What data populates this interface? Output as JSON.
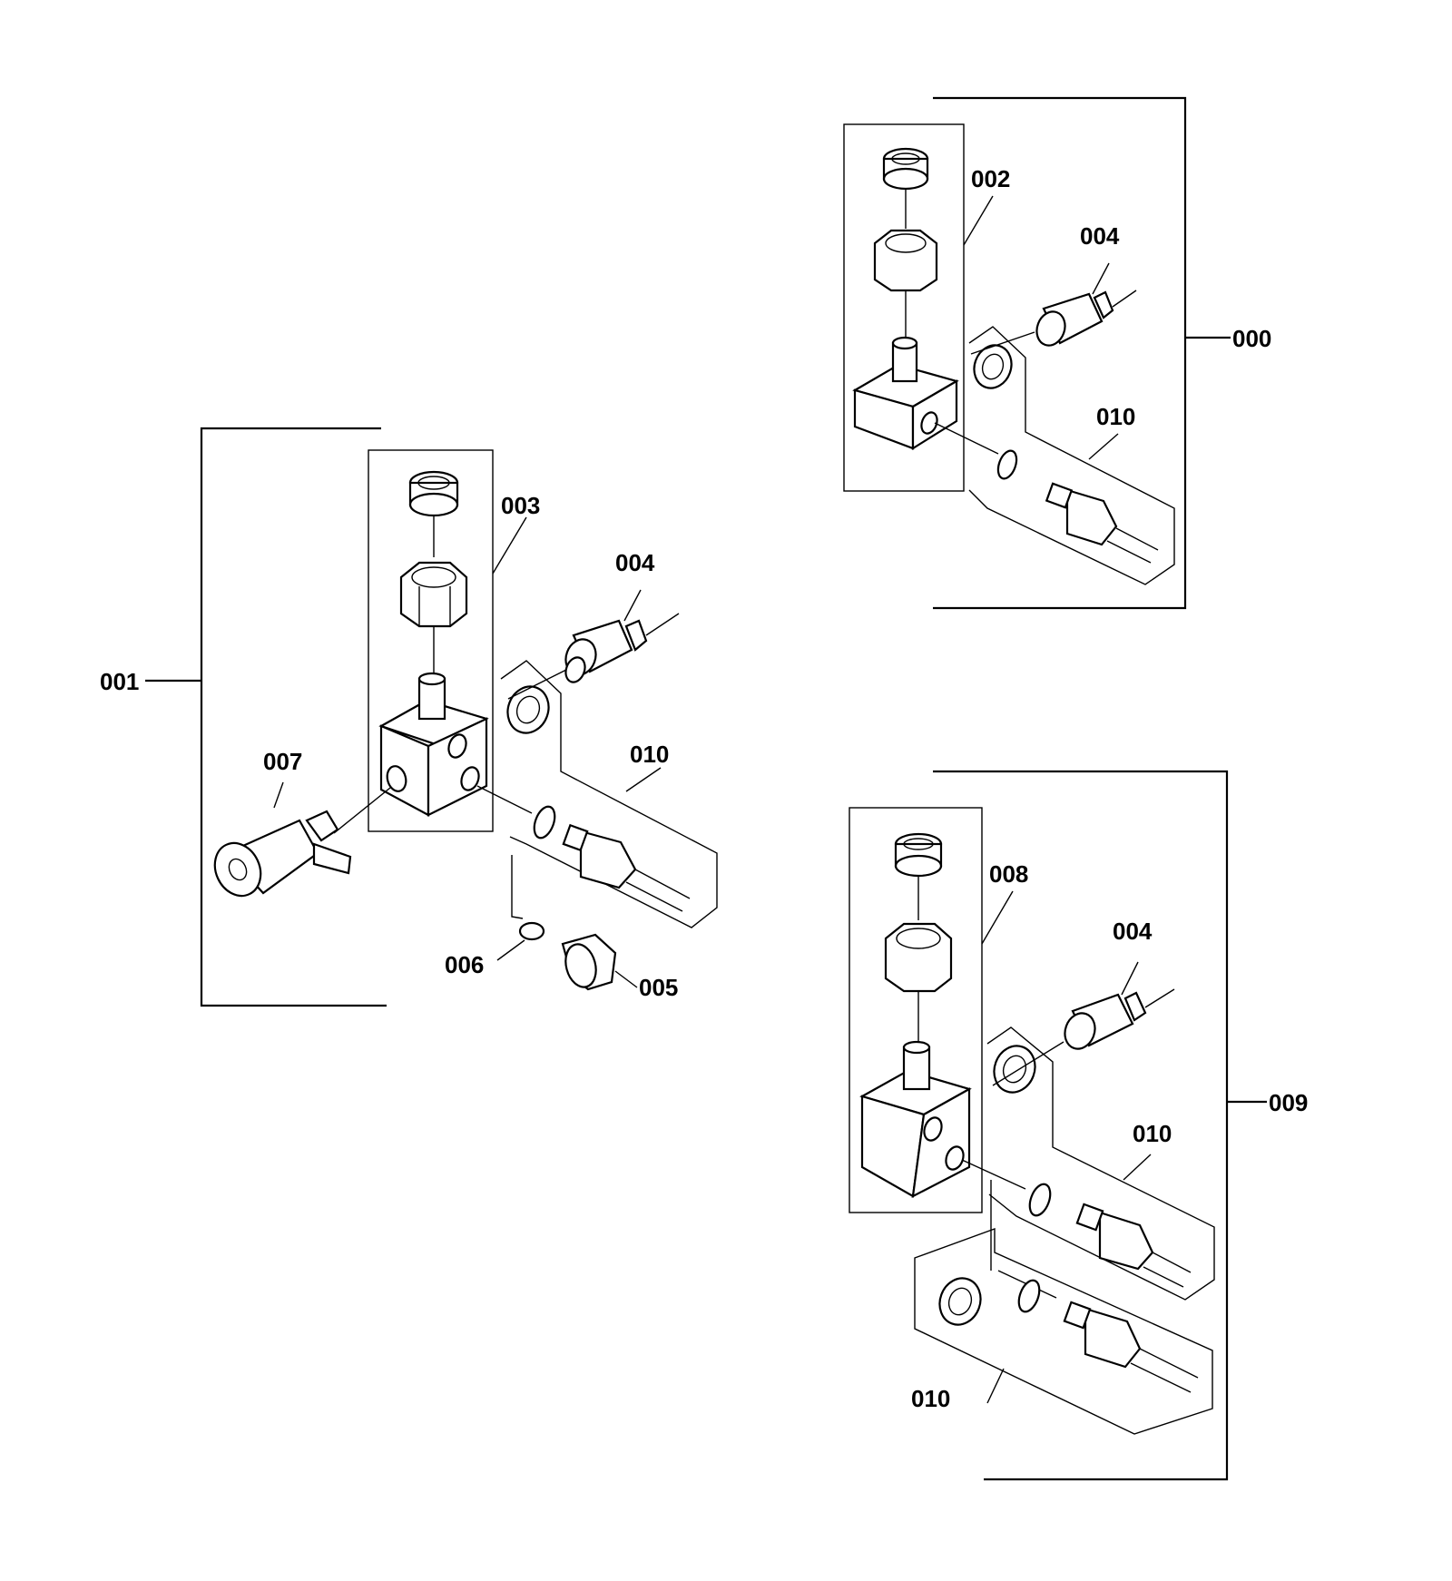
{
  "callouts": [
    {
      "id": "c000",
      "text": "000"
    },
    {
      "id": "c001",
      "text": "001"
    },
    {
      "id": "c002",
      "text": "002"
    },
    {
      "id": "c003",
      "text": "003"
    },
    {
      "id": "c004a",
      "text": "004"
    },
    {
      "id": "c004b",
      "text": "004"
    },
    {
      "id": "c004c",
      "text": "004"
    },
    {
      "id": "c005",
      "text": "005"
    },
    {
      "id": "c006",
      "text": "006"
    },
    {
      "id": "c007",
      "text": "007"
    },
    {
      "id": "c008",
      "text": "008"
    },
    {
      "id": "c009",
      "text": "009"
    },
    {
      "id": "c010a",
      "text": "010"
    },
    {
      "id": "c010b",
      "text": "010"
    },
    {
      "id": "c010c",
      "text": "010"
    },
    {
      "id": "c010d",
      "text": "010"
    }
  ]
}
